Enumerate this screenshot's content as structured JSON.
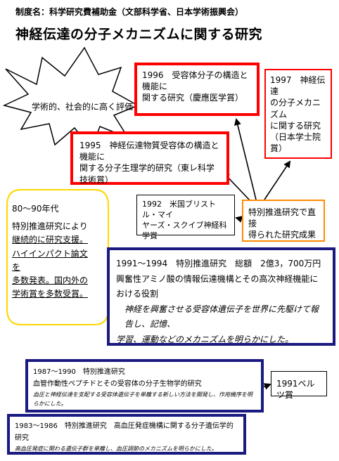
{
  "header": {
    "source": "制度名：科学研究費補助金（文部科学省、日本学術振興会）"
  },
  "title": "神経伝達の分子メカニズムに関する研究",
  "burst": {
    "label": "学術的、社会的に高く評価"
  },
  "awards": {
    "a1996": {
      "line1": "1996　受容体分子の構造と機能に",
      "line2": "関する研究（慶應医学賞）"
    },
    "a1997": {
      "line1": "1997　神経伝達",
      "line2": "の分子メカニズム",
      "line3": "に関する研究",
      "line4": "（日本学士院賞）"
    },
    "a1995": {
      "line1": "1995　神経伝達物質受容体の構造と機能に",
      "line2": "関する分子生理学的研究（東レ科学技術賞）"
    }
  },
  "bristol": {
    "line1": "1992　米国ブリストル・マイ",
    "line2": "ヤーズ・スクイブ神経科学賞"
  },
  "direct_results": {
    "line1": "特別推進研究で直接",
    "line2": "得られた研究成果"
  },
  "callout": {
    "line1": "80～90年代",
    "line2": "特別推進研究により",
    "line3": "継続的に研究支援。",
    "line4": "ハイインパクト論文を",
    "line5": "多数発表。国内外の",
    "line6": "学術賞を多数受賞。"
  },
  "grant1991": {
    "line1": "1991～1994　特別推進研究　総額　2億3，700万円",
    "line2": "興奮性アミノ酸の情報伝達機構とその高次神経機能における役割",
    "line3": "神経を興奮させる受容体遺伝子を世界に先駆けて報告し、記憶、",
    "line4": "学習、運動などのメカニズムを明らかにした。"
  },
  "grant1987": {
    "line1": "1987～1990　特別推進研究",
    "line2": "血管作動性ペプチドとその受容体の分子生物学的研究",
    "line3": "血圧と神経伝達を支配する受容体遺伝子を単離する新しい方法を開発し、作用機序を明らかにした。"
  },
  "grant1983": {
    "line1": "1983～1986　特別推進研究　高血圧発症機構に関する分子遺伝学的研究",
    "line2": "高血圧発症に関わる遺伝子群を単離し、血圧調節のメカニズムを明らかにした。"
  },
  "prize1991": {
    "label": "1991ベルツ賞"
  },
  "colors": {
    "red": "#ff0000",
    "navy": "#1a1a80",
    "orange": "#ff8c00",
    "yellow": "#ffd700"
  }
}
